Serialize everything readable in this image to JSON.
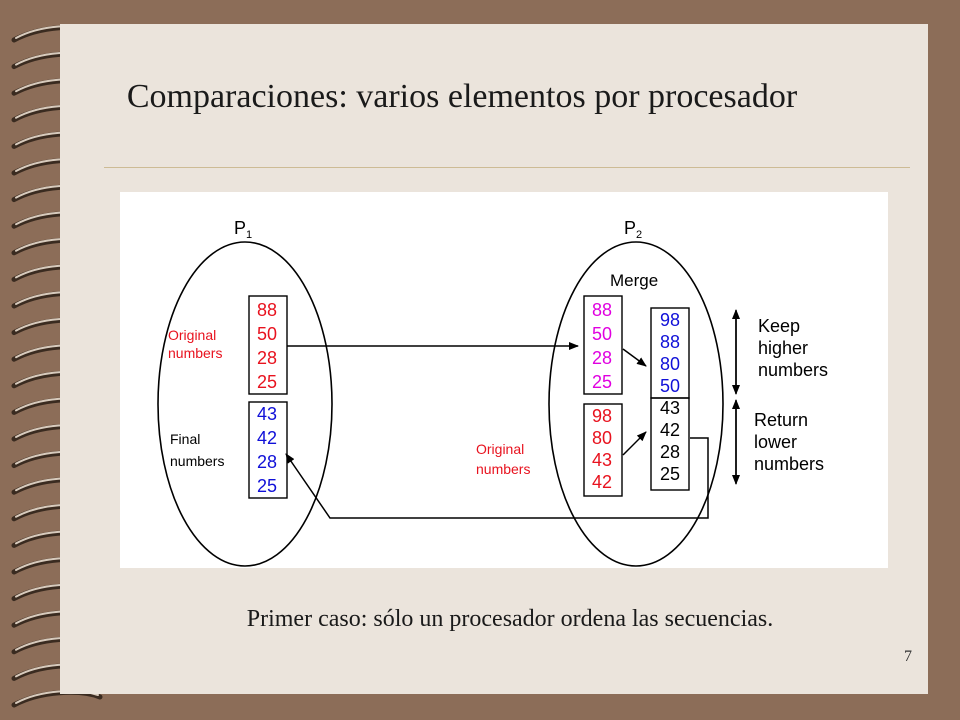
{
  "title": "Comparaciones: varios elementos por procesador",
  "caption": "Primer caso: sólo un procesador ordena las secuencias.",
  "page_number": "7",
  "colors": {
    "slide_bg": "#EBE4DC",
    "frame": "#8C6D58",
    "red": "#E8121E",
    "magenta": "#E000E0",
    "blue": "#1010D8"
  },
  "diagram": {
    "p1_label": "P",
    "p1_sub": "1",
    "p2_label": "P",
    "p2_sub": "2",
    "merge_label": "Merge",
    "p1_original_label": [
      "Original",
      "numbers"
    ],
    "p1_final_label": [
      "Final",
      "numbers"
    ],
    "p1_original_numbers": [
      "88",
      "50",
      "28",
      "25"
    ],
    "p1_final_numbers": [
      "43",
      "42",
      "28",
      "25"
    ],
    "p2_received_numbers": [
      "88",
      "50",
      "28",
      "25"
    ],
    "p2_original_numbers": [
      "98",
      "80",
      "43",
      "42"
    ],
    "p2_original_label": [
      "Original",
      "numbers"
    ],
    "merged_high": [
      "98",
      "88",
      "80",
      "50"
    ],
    "merged_low": [
      "43",
      "42",
      "28",
      "25"
    ],
    "keep_label": [
      "Keep",
      "higher",
      "numbers"
    ],
    "return_label": [
      "Return",
      "lower",
      "numbers"
    ]
  }
}
